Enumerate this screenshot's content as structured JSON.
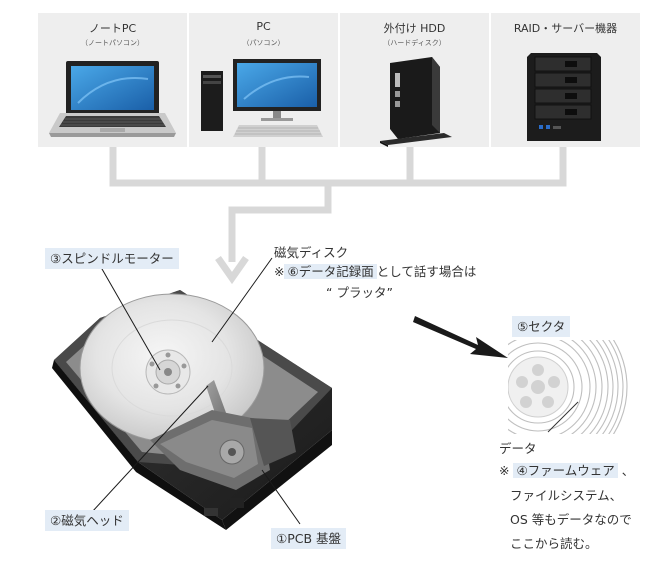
{
  "devices": [
    {
      "title": "ノートPC",
      "subtitle": "（ノートパソコン）",
      "icon": "laptop-icon"
    },
    {
      "title": "PC",
      "subtitle": "（パソコン）",
      "icon": "desktop-pc-icon"
    },
    {
      "title": "外付け HDD",
      "subtitle": "（ハードディスク）",
      "icon": "external-hdd-icon"
    },
    {
      "title": "RAID・サーバー機器",
      "subtitle": "",
      "icon": "raid-server-icon"
    }
  ],
  "labels": {
    "spindle_motor": "③スピンドルモーター",
    "magnetic_head": "②磁気ヘッド",
    "pcb": "①PCB 基盤",
    "sector": "⑤セクタ"
  },
  "platter_note": {
    "line1": "磁気ディスク",
    "line2_prefix": "※",
    "line2_highlight": "⑥データ記録面",
    "line2_suffix": "として話す場合は",
    "line3": "“ プラッタ”"
  },
  "data_note": {
    "line1": "データ",
    "line2_prefix": "※ ",
    "line2_highlight": "④ファームウェア",
    "line2_suffix": " 、",
    "line3": "ファイルシステム、",
    "line4": "OS 等もデータなので",
    "line5": "ここから読む。"
  },
  "colors": {
    "card_bg": "#eeeeee",
    "connector": "#d8d8d8",
    "label_bg": "#e3ecf6",
    "arrow": "#1a1a1a"
  }
}
